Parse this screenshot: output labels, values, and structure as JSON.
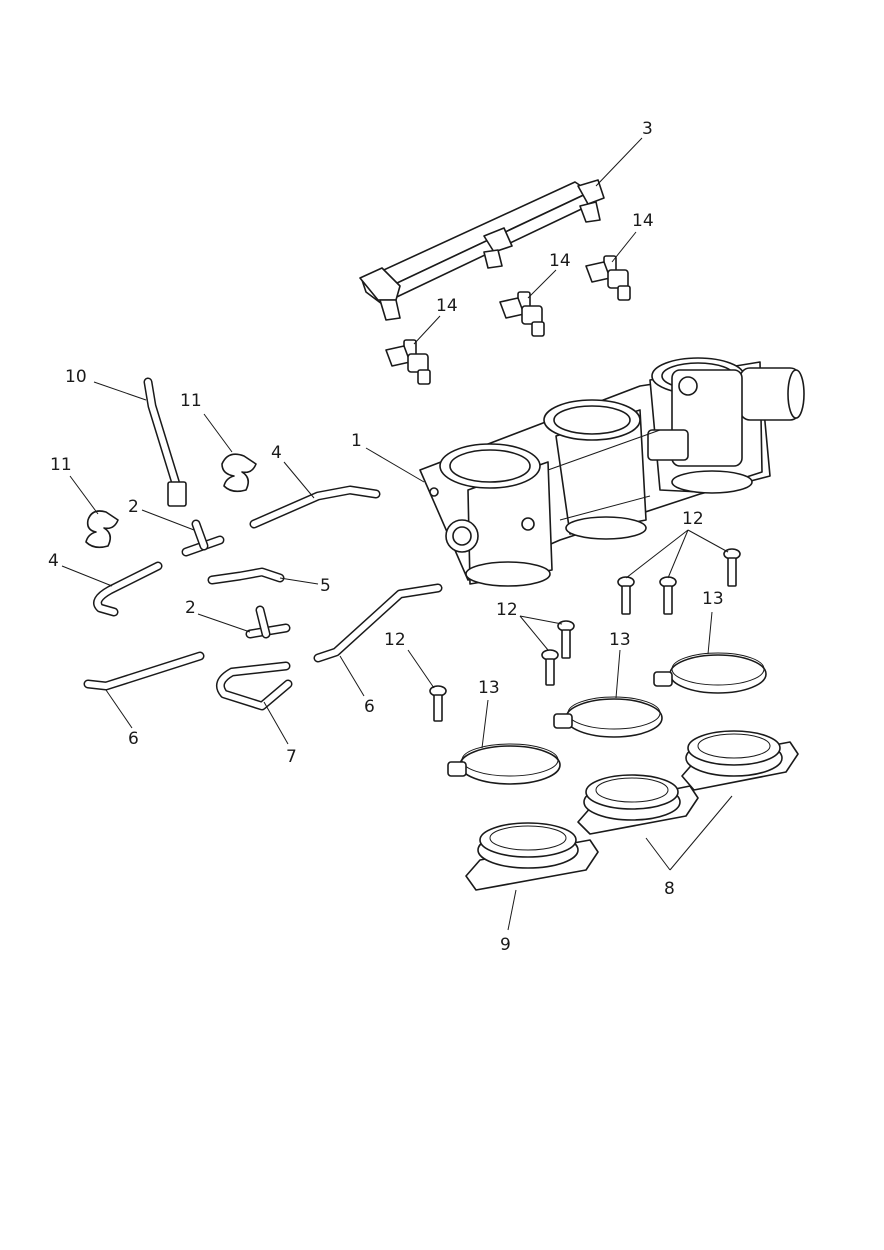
{
  "callouts": {
    "c1": "1",
    "c2a": "2",
    "c2b": "2",
    "c3": "3",
    "c4a": "4",
    "c4b": "4",
    "c5": "5",
    "c6a": "6",
    "c6b": "6",
    "c7": "7",
    "c8": "8",
    "c9": "9",
    "c10": "10",
    "c11a": "11",
    "c11b": "11",
    "c12a": "12",
    "c12b": "12",
    "c12c": "12",
    "c13a": "13",
    "c13b": "13",
    "c13c": "13",
    "c14a": "14",
    "c14b": "14",
    "c14c": "14"
  },
  "colors": {
    "line": "#1a1a1a",
    "background": "#ffffff"
  }
}
